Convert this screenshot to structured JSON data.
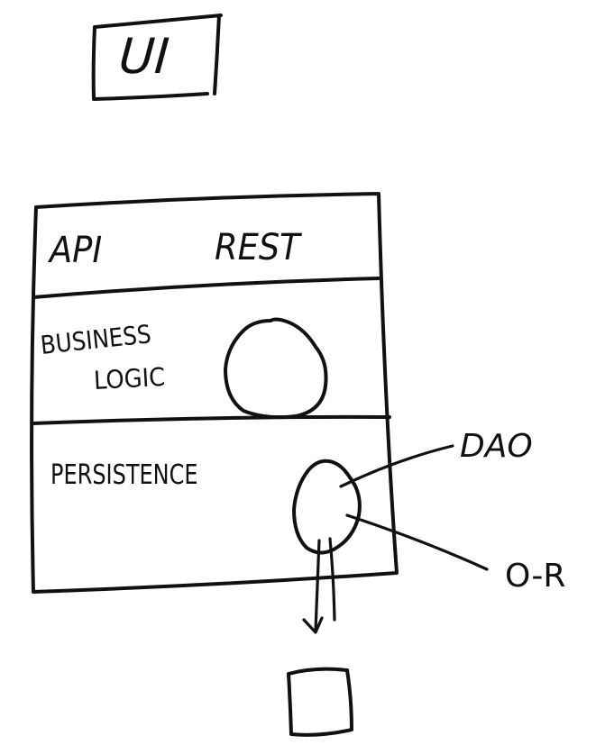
{
  "diagram": {
    "top_box_label": "UI",
    "layers": {
      "api": {
        "label": "API",
        "tag": "REST"
      },
      "business": {
        "label_line1": "BUSINESS",
        "label_line2": "LOGIC"
      },
      "persistence": {
        "label": "PERSISTENCE"
      }
    },
    "callouts": {
      "dao": "DAO",
      "or": "O-R"
    }
  }
}
